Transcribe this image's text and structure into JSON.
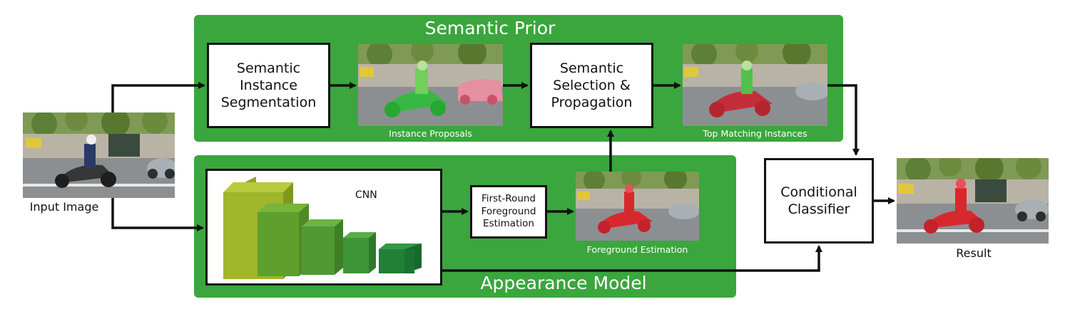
{
  "panels": {
    "semantic_prior": {
      "title": "Semantic Prior"
    },
    "appearance_model": {
      "title": "Appearance Model"
    }
  },
  "boxes": {
    "instance_segmentation": "Semantic\nInstance\nSegmentation",
    "selection_propagation": "Semantic\nSelection &\nPropagation",
    "first_round": "First-Round\nForeground\nEstimation",
    "conditional_classifier": "Conditional\nClassifier",
    "cnn": "CNN"
  },
  "captions": {
    "input_image": "Input Image",
    "instance_proposals": "Instance Proposals",
    "top_matching": "Top Matching Instances",
    "foreground_estimation": "Foreground Estimation",
    "result": "Result"
  },
  "colors": {
    "panel_green": "#3aa63d",
    "mask_green": "#2ebd3a",
    "mask_red": "#d8282e",
    "arrow": "#111111"
  }
}
